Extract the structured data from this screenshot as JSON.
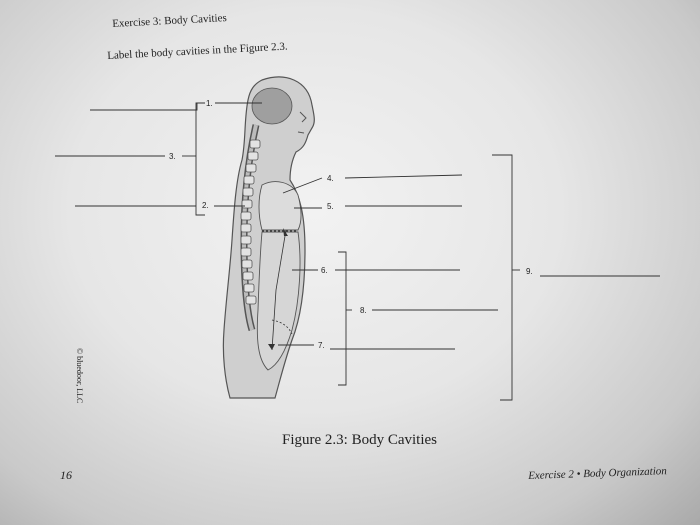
{
  "header": {
    "exercise_heading": "Exercise 3: Body Cavities",
    "instruction": "Label the body cavities in the Figure 2.3."
  },
  "figure": {
    "caption": "Figure 2.3: Body Cavities",
    "labels": [
      "1.",
      "2.",
      "3.",
      "4.",
      "5.",
      "6.",
      "7.",
      "8.",
      "9."
    ],
    "copyright": "© bluedoor, LLC"
  },
  "footer": {
    "page_number": "16",
    "running_title": "Exercise 2 • Body Organization"
  }
}
